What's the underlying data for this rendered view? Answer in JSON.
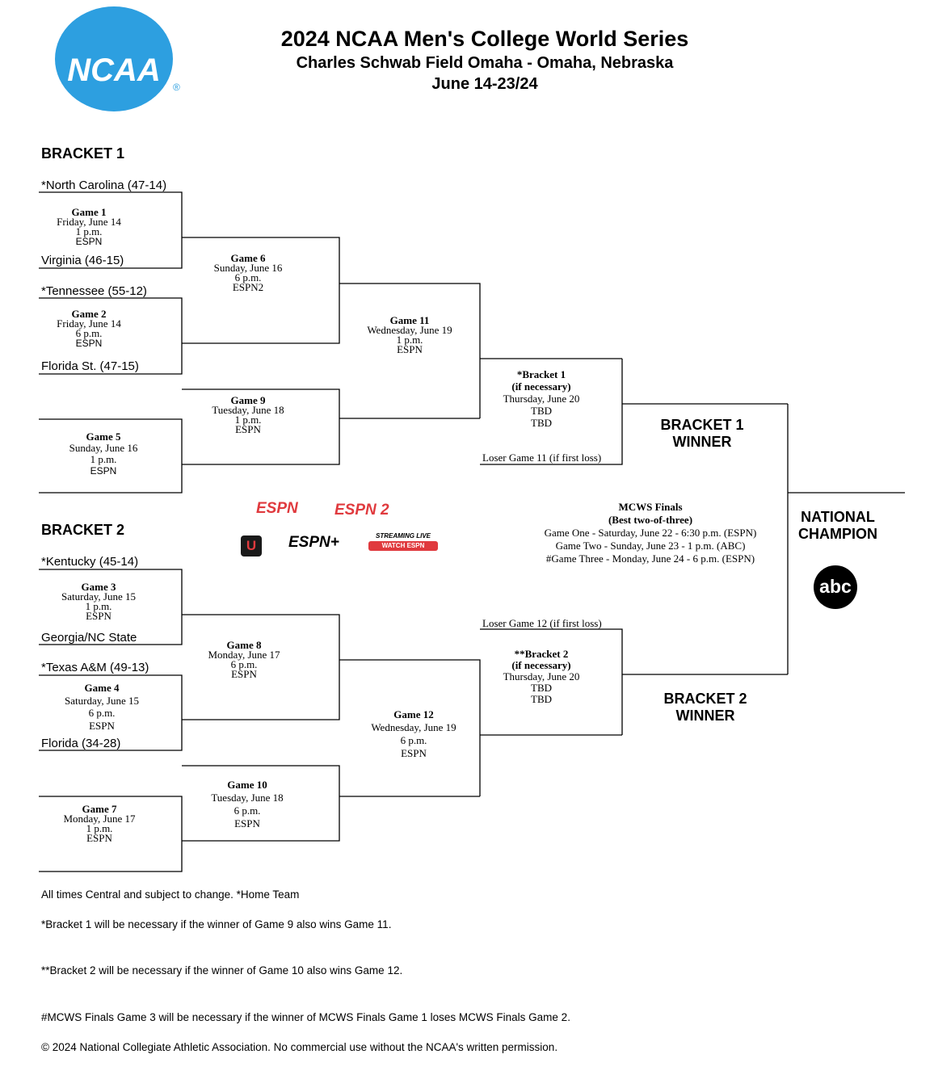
{
  "header": {
    "title": "2024 NCAA Men's College World Series",
    "subtitle": "Charles Schwab Field Omaha - Omaha, Nebraska",
    "dates": "June 14-23/24",
    "logo_text": "NCAA",
    "logo_mark": "®",
    "logo_color": "#2d9fe0"
  },
  "bracket1": {
    "label": "BRACKET 1",
    "teams": {
      "t1": "*North Carolina (47-14)",
      "t2": "Virginia (46-15)",
      "t3": "*Tennessee (55-12)",
      "t4": "Florida St. (47-15)"
    },
    "games": {
      "g1": {
        "name": "Game 1",
        "date": "Friday, June 14",
        "time": "1 p.m.",
        "tv": "ESPN"
      },
      "g2": {
        "name": "Game 2",
        "date": "Friday, June 14",
        "time": "6 p.m.",
        "tv": "ESPN"
      },
      "g5": {
        "name": "Game 5",
        "date": "Sunday, June 16",
        "time": "1 p.m.",
        "tv": "ESPN"
      },
      "g6": {
        "name": "Game 6",
        "date": "Sunday, June 16",
        "time": "6 p.m.",
        "tv": "ESPN2"
      },
      "g9": {
        "name": "Game 9",
        "date": "Tuesday, June 18",
        "time": "1 p.m.",
        "tv": "ESPN"
      },
      "g11": {
        "name": "Game 11",
        "date": "Wednesday, June 19",
        "time": "1 p.m.",
        "tv": "ESPN"
      },
      "final": {
        "name": "*Bracket 1",
        "cond": "(if necessary)",
        "date": "Thursday, June 20",
        "time": "TBD",
        "tv": "TBD"
      }
    },
    "loser_note": "Loser Game 11 (if first loss)",
    "winner_line1": "BRACKET 1",
    "winner_line2": "WINNER"
  },
  "bracket2": {
    "label": "BRACKET 2",
    "teams": {
      "t1": "*Kentucky (45-14)",
      "t2": "Georgia/NC State",
      "t3": "*Texas A&M (49-13)",
      "t4": "Florida (34-28)"
    },
    "games": {
      "g3": {
        "name": "Game 3",
        "date": "Saturday, June 15",
        "time": "1 p.m.",
        "tv": "ESPN"
      },
      "g4": {
        "name": "Game 4",
        "date": "Saturday, June 15",
        "time": "6 p.m.",
        "tv": "ESPN"
      },
      "g7": {
        "name": "Game 7",
        "date": "Monday, June 17",
        "time": "1 p.m.",
        "tv": "ESPN"
      },
      "g8": {
        "name": "Game 8",
        "date": "Monday, June 17",
        "time": "6 p.m.",
        "tv": "ESPN"
      },
      "g10": {
        "name": "Game 10",
        "date": "Tuesday, June 18",
        "time": "6 p.m.",
        "tv": "ESPN"
      },
      "g12": {
        "name": "Game 12",
        "date": "Wednesday, June 19",
        "time": "6 p.m.",
        "tv": "ESPN"
      },
      "final": {
        "name": "**Bracket 2",
        "cond": "(if necessary)",
        "date": "Thursday, June 20",
        "time": "TBD",
        "tv": "TBD"
      }
    },
    "loser_note": "Loser Game 12 (if first loss)",
    "winner_line1": "BRACKET 2",
    "winner_line2": "WINNER"
  },
  "finals": {
    "title": "MCWS Finals",
    "format": "(Best two-of-three)",
    "game1": "Game One - Saturday, June 22 - 6:30 p.m. (ESPN)",
    "game2": "Game Two - Sunday, June 23 - 1 p.m. (ABC)",
    "game3": "#Game Three - Monday, June 24 - 6 p.m. (ESPN)"
  },
  "champion": {
    "line1": "NATIONAL",
    "line2": "CHAMPION"
  },
  "networks": {
    "espn": "ESPN",
    "espn2": "ESPN 2",
    "espnu": "U",
    "espn_plus": "ESPN+",
    "streaming": "STREAMING LIVE",
    "watch": "WATCH ESPN",
    "abc": "abc",
    "espn_color": "#e03a3e"
  },
  "footnotes": {
    "n1": "All times Central and subject to change. *Home Team",
    "n2": "*Bracket 1 will be necessary if the winner of Game 9 also wins Game 11.",
    "n3": "**Bracket 2 will be necessary if the winner of Game 10 also wins Game 12.",
    "n4": "#MCWS Finals Game 3 will be necessary if the winner of MCWS Finals Game 1 loses MCWS Finals Game 2.",
    "copyright": "© 2024 National Collegiate Athletic Association. No commercial use without the NCAA's written permission."
  }
}
